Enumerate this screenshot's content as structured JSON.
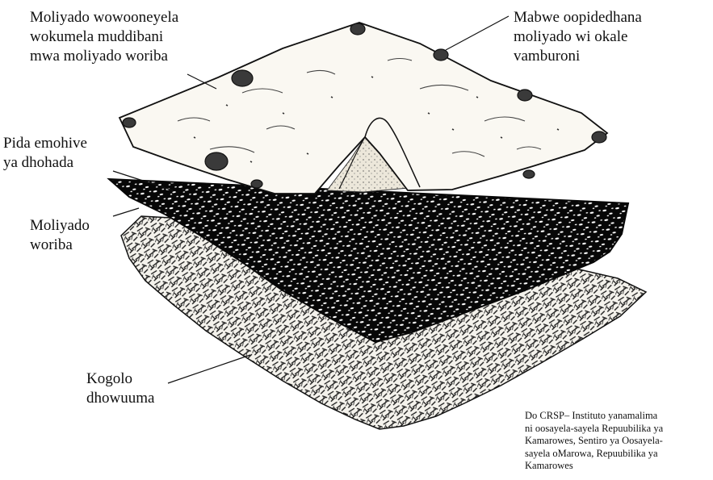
{
  "labels": {
    "top_cover": [
      "Moliyado wowooneyela",
      "wokumela muddibani",
      "mwa moliyado woriba"
    ],
    "weight_stones": [
      "Mabwe oopidedhana",
      "moliyado wi okale",
      "vamburoni"
    ],
    "sand_layer": [
      "Pida emohive",
      "ya dhohada"
    ],
    "black_liner": [
      "Moliyado",
      "woriba"
    ],
    "base_straw": [
      "Kogolo",
      "dhowuuma"
    ]
  },
  "credit": [
    "Do CRSP– Instituto yanamalima",
    "ni oosayela-sayela Repuubilika ya",
    "Kamarowes, Sentiro ya Oosayela-",
    "sayela oMarowa, Repuubilika ya",
    "Kamarowes"
  ],
  "colors": {
    "ink": "#111111",
    "liner": "#070707",
    "cover": "#faf8f2",
    "sand": "#e9e4d6"
  }
}
